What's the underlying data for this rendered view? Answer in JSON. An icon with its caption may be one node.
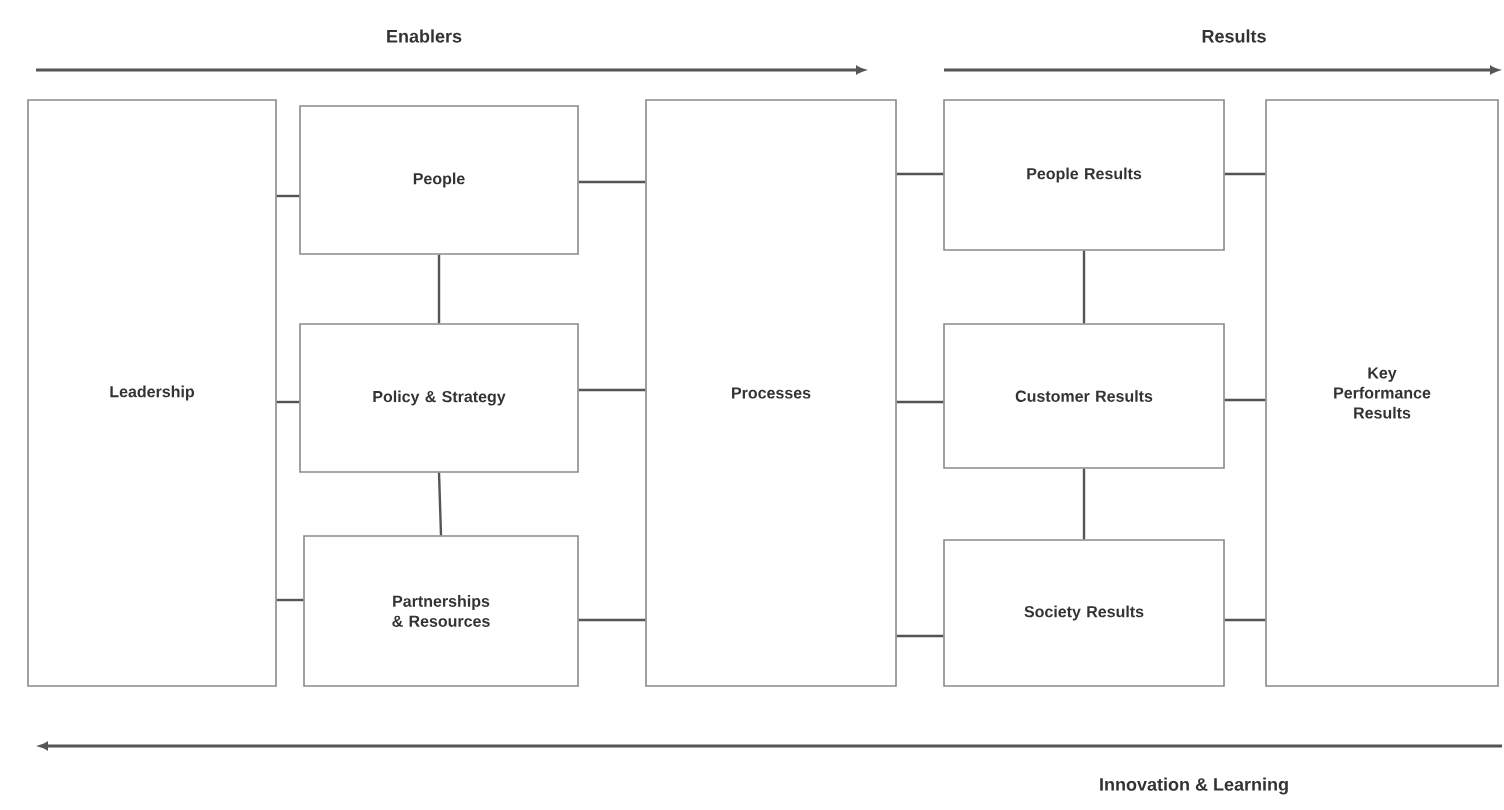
{
  "diagram": {
    "nodes": [
      {
        "text": [
          "Leadership"
        ]
      },
      {
        "text": [
          "People"
        ]
      },
      {
        "text": [
          "Policy & Strategy"
        ]
      },
      {
        "text": [
          "Partnerships & Resources"
        ]
      },
      {
        "text": [
          "Processes"
        ]
      },
      {
        "text": [
          "People Results"
        ]
      },
      {
        "text": [
          "Customer Results"
        ]
      },
      {
        "text": [
          "Society Results"
        ]
      },
      {
        "text": [
          "Key Performance Results"
        ]
      }
    ],
    "edges": [
      {
        "from": 0,
        "to": 1,
        "arrow": "none"
      },
      {
        "from": 0,
        "to": 2,
        "arrow": "none"
      },
      {
        "from": 0,
        "to": 3,
        "arrow": "none"
      },
      {
        "from": 1,
        "to": 2,
        "arrow": "none"
      },
      {
        "from": 2,
        "to": 3,
        "arrow": "none"
      },
      {
        "from": 1,
        "to": 4,
        "arrow": "none"
      },
      {
        "from": 2,
        "to": 4,
        "arrow": "none"
      },
      {
        "from": 3,
        "to": 4,
        "arrow": "none"
      },
      {
        "from": 4,
        "to": 5,
        "arrow": "none"
      },
      {
        "from": 4,
        "to": 6,
        "arrow": "none"
      },
      {
        "from": 4,
        "to": 7,
        "arrow": "none"
      },
      {
        "from": 5,
        "to": 6,
        "arrow": "none"
      },
      {
        "from": 6,
        "to": 7,
        "arrow": "none"
      },
      {
        "from": 5,
        "to": 8,
        "arrow": "none"
      },
      {
        "from": 6,
        "to": 8,
        "arrow": "none"
      },
      {
        "from": 7,
        "to": 8,
        "arrow": "none"
      }
    ],
    "labels": [
      "Enablers",
      "Results",
      "Innovation & Learning"
    ]
  }
}
